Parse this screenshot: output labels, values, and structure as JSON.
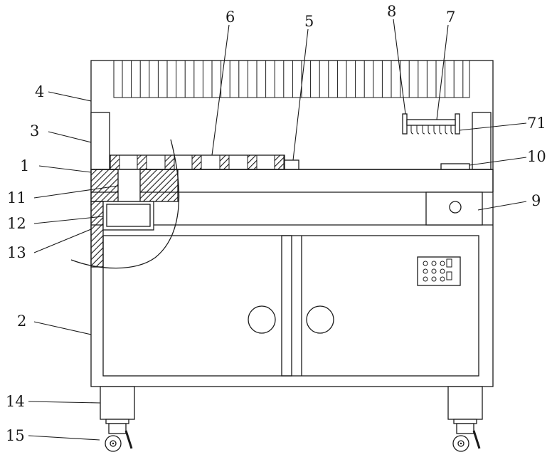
{
  "labels": {
    "l1": "1",
    "l2": "2",
    "l3": "3",
    "l4": "4",
    "l5": "5",
    "l6": "6",
    "l7": "7",
    "l8": "8",
    "l9": "9",
    "l10": "10",
    "l11": "11",
    "l12": "12",
    "l13": "13",
    "l14": "14",
    "l15": "15",
    "l71": "71"
  },
  "colors": {
    "line": "#1a1a1a",
    "background": "#ffffff"
  }
}
